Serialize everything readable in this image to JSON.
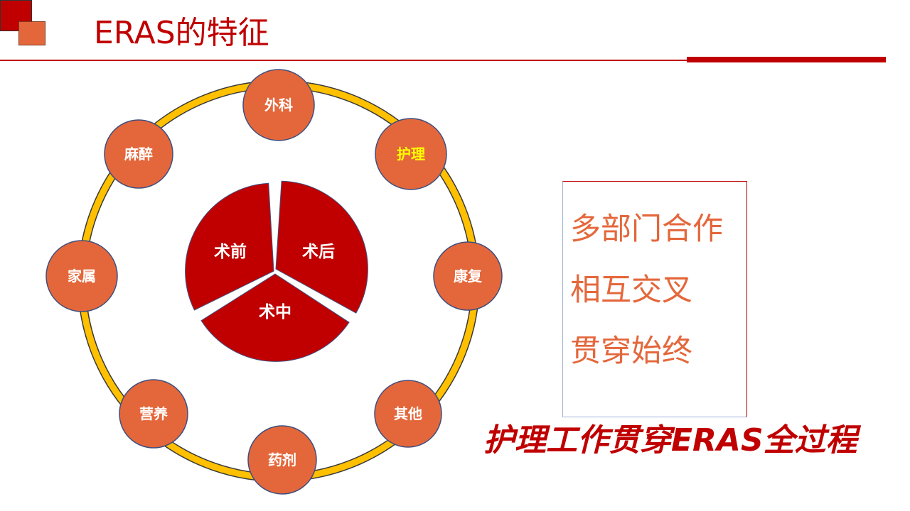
{
  "slide": {
    "title": "ERAS的特征"
  },
  "diagram": {
    "outer_nodes": [
      {
        "id": "surgery",
        "label": "外科"
      },
      {
        "id": "nursing",
        "label": "护理",
        "highlight": true
      },
      {
        "id": "rehab",
        "label": "康复"
      },
      {
        "id": "other",
        "label": "其他"
      },
      {
        "id": "pharmacy",
        "label": "药剂"
      },
      {
        "id": "nutrition",
        "label": "营养"
      },
      {
        "id": "family",
        "label": "家属"
      },
      {
        "id": "anesthesia",
        "label": "麻醉"
      }
    ],
    "center_segments": [
      {
        "id": "preop",
        "label": "术前"
      },
      {
        "id": "postop",
        "label": "术后"
      },
      {
        "id": "intraop",
        "label": "术中"
      }
    ],
    "colors": {
      "ring": "#ffc000",
      "node_fill": "#e4673b",
      "node_stroke": "#3f4f7f",
      "segment_fill": "#c00000",
      "highlight_text": "#ffff00"
    }
  },
  "features": {
    "lines": [
      "多部门合作",
      "相互交叉",
      "贯穿始终"
    ]
  },
  "slogan": "护理工作贯穿ERAS全过程"
}
